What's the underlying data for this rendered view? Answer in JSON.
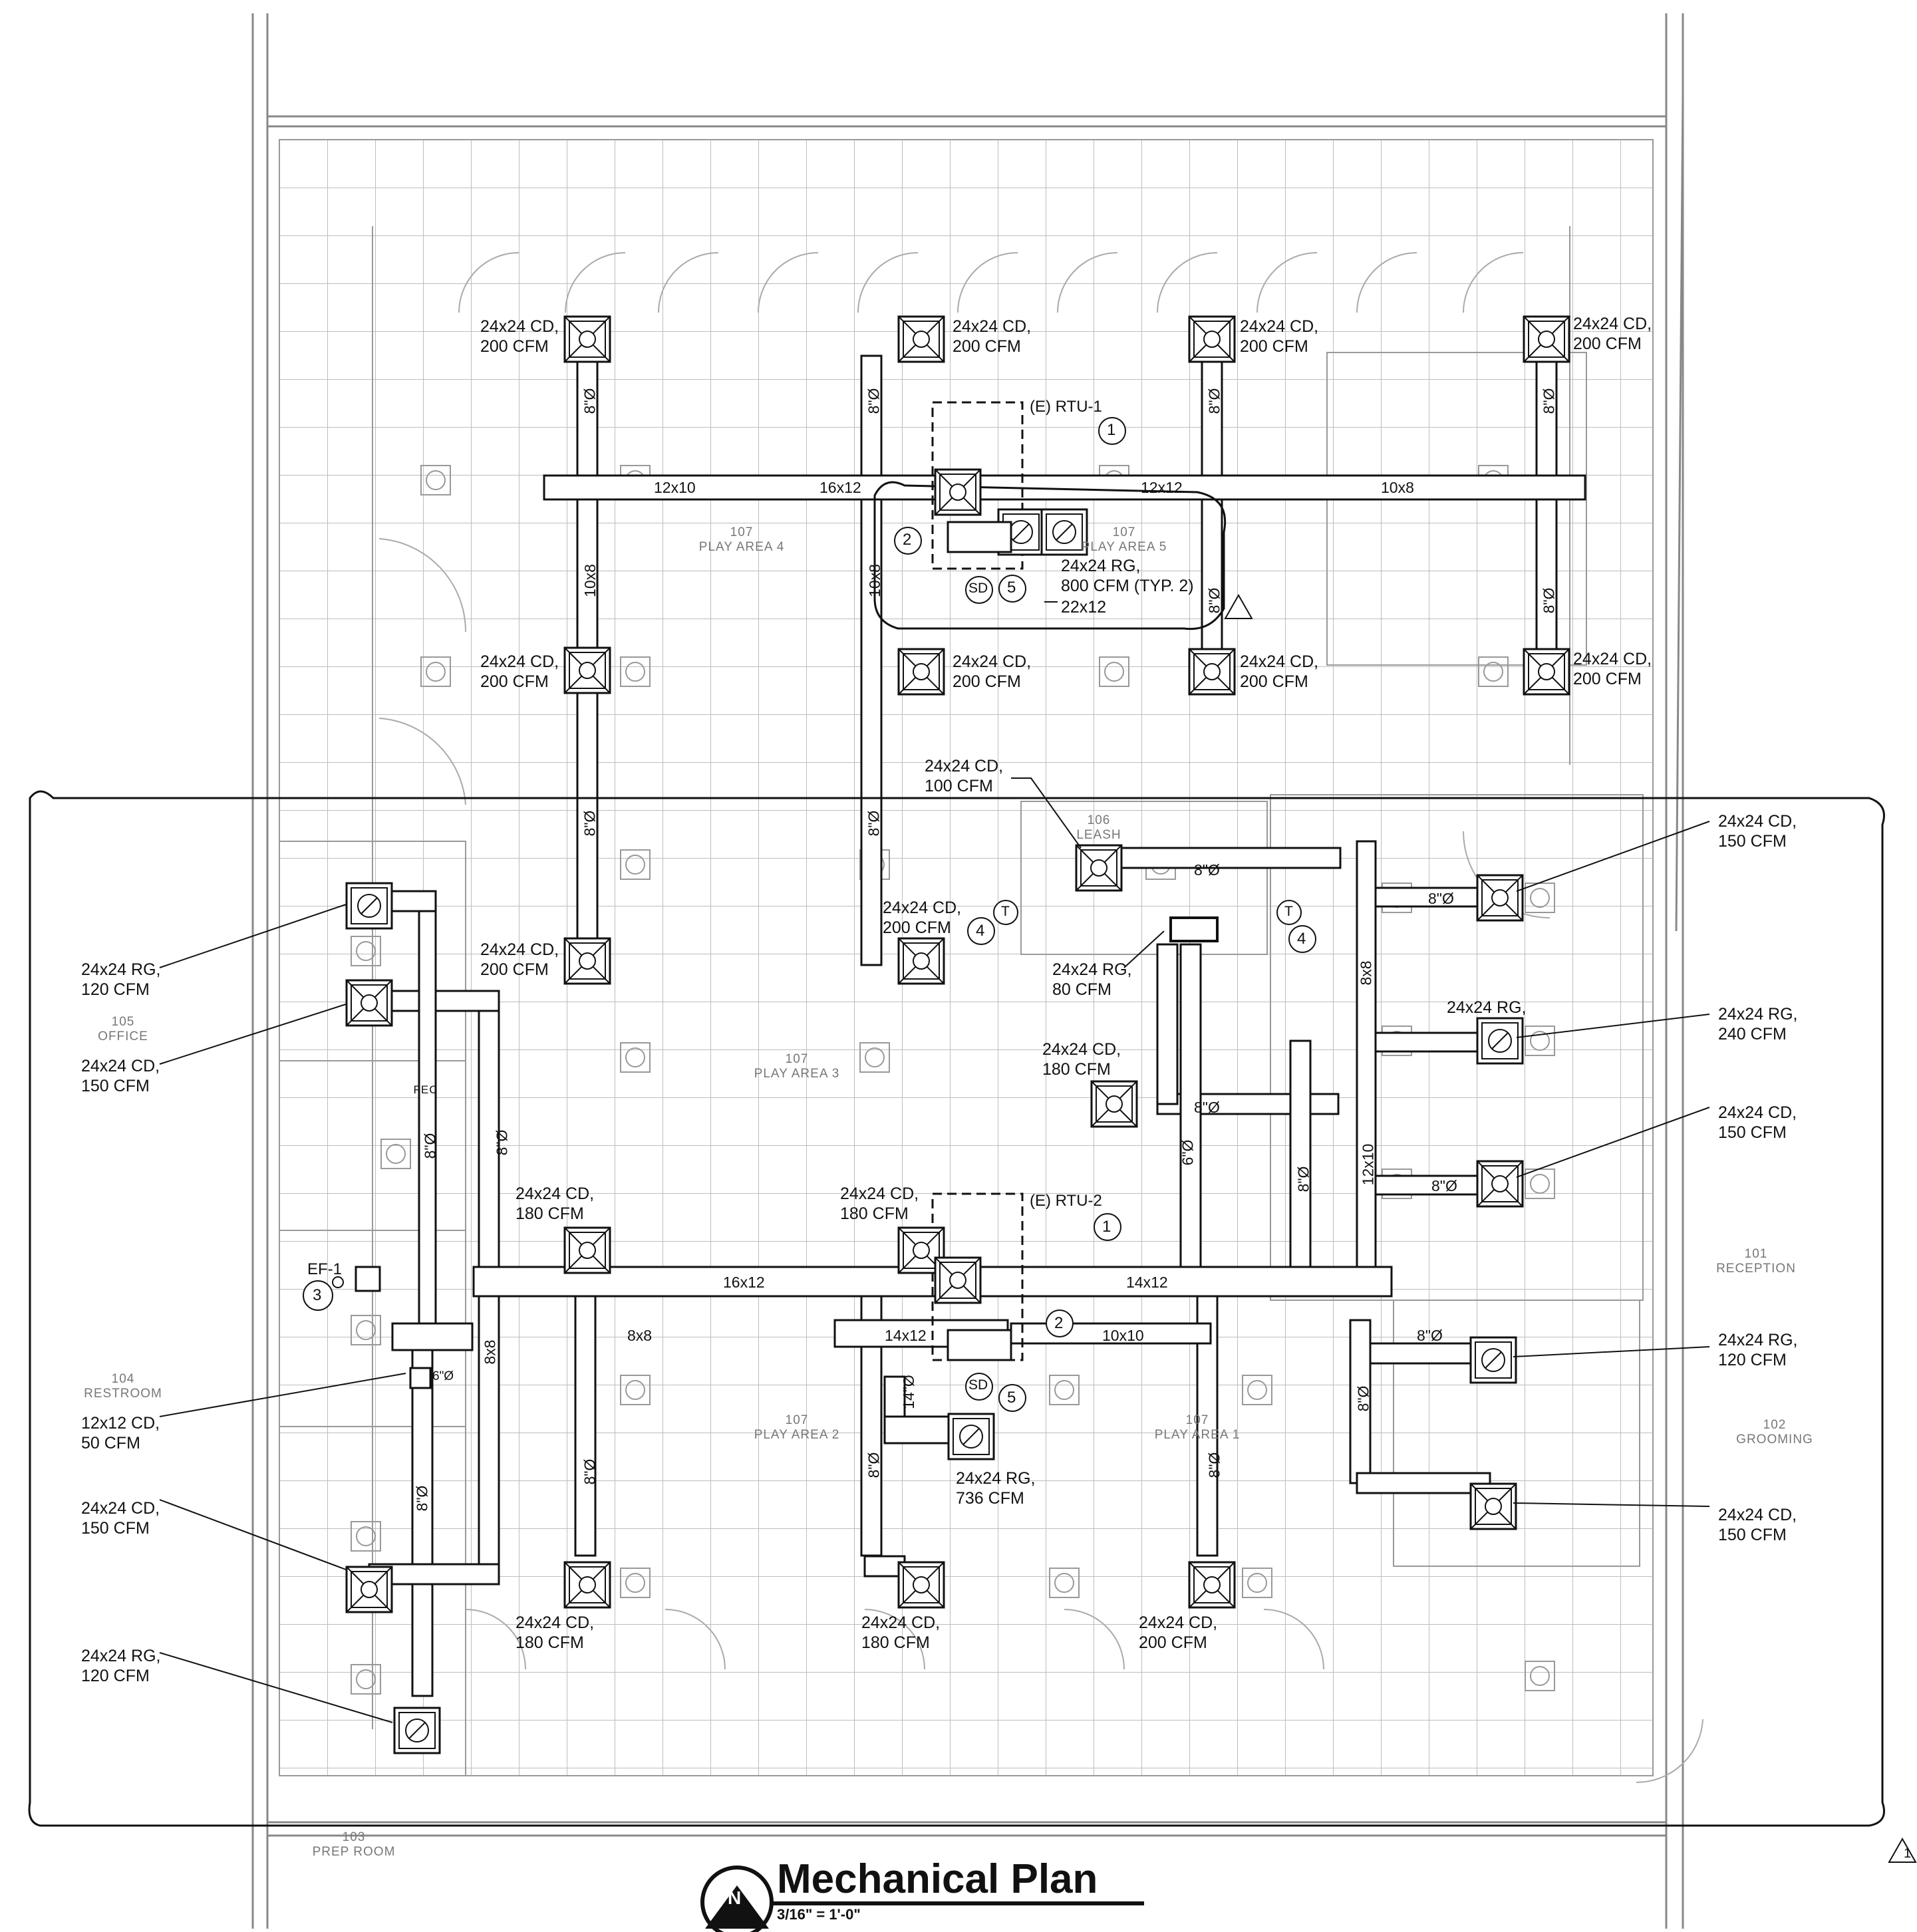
{
  "drawing": {
    "title": "Mechanical Plan",
    "scale": "3/16\" = 1'-0\"",
    "north_label": "N",
    "revision_mark": "1"
  },
  "rooms": [
    {
      "num": "107",
      "name": "PLAY AREA 4"
    },
    {
      "num": "107",
      "name": "PLAY AREA 5"
    },
    {
      "num": "107",
      "name": "PLAY AREA 3"
    },
    {
      "num": "107",
      "name": "PLAY AREA 2"
    },
    {
      "num": "107",
      "name": "PLAY AREA 1"
    },
    {
      "num": "106",
      "name": "LEASH"
    },
    {
      "num": "105",
      "name": "OFFICE"
    },
    {
      "num": "104",
      "name": "RESTROOM"
    },
    {
      "num": "103",
      "name": "PREP ROOM"
    },
    {
      "num": "101",
      "name": "RECEPTION"
    },
    {
      "num": "102",
      "name": "GROOMING"
    }
  ],
  "equipment": {
    "rtu1": "(E) RTU-1",
    "rtu2": "(E) RTU-2",
    "ef1": "EF-1",
    "fec": "FEC"
  },
  "callouts": [
    "24x24 CD,\n200 CFM",
    "24x24 CD,\n200 CFM",
    "24x24 CD,\n200 CFM",
    "24x24 CD,\n200 CFM",
    "24x24 CD,\n200 CFM",
    "24x24 CD,\n200 CFM",
    "24x24 CD,\n200 CFM",
    "24x24 CD,\n200 CFM",
    "24x24 RG,\n800 CFM (TYP. 2)",
    "22x12",
    "24x24 CD,\n100 CFM",
    "24x24 CD,\n150 CFM",
    "24x24 CD,\n200 CFM",
    "24x24 CD,\n200 CFM",
    "24x24 RG,\n80 CFM",
    "24x24 RG,\n120 CFM",
    "24x24 CD,\n150 CFM",
    "24x24 RG,",
    "24x24 RG,\n240 CFM",
    "24x24 CD,\n180 CFM",
    "24x24 CD,\n150 CFM",
    "24x24 CD,\n180 CFM",
    "24x24 CD,\n180 CFM",
    "24x24 RG,\n120 CFM",
    "12x12 CD,\n50 CFM",
    "24x24 RG,\n736 CFM",
    "24x24 CD,\n150 CFM",
    "24x24 CD,\n150 CFM",
    "24x24 CD,\n180 CFM",
    "24x24 CD,\n180 CFM",
    "24x24 CD,\n200 CFM",
    "24x24 RG,\n120 CFM"
  ],
  "duct_sizes": [
    "12x10",
    "16x12",
    "12x12",
    "10x8",
    "10x8",
    "10x8",
    "8\"Ø",
    "8\"Ø",
    "8\"Ø",
    "8\"Ø",
    "8\"Ø",
    "8\"Ø",
    "8\"Ø",
    "8\"Ø",
    "8\"Ø",
    "8\"Ø",
    "8x8",
    "8\"Ø",
    "6\"Ø",
    "8\"Ø",
    "8\"Ø",
    "12x10",
    "16x12",
    "14x12",
    "8x8",
    "14x12",
    "10x10",
    "8\"Ø",
    "6\"Ø",
    "8x8",
    "8\"Ø",
    "8\"Ø",
    "8\"Ø",
    "8\"Ø",
    "14\"Ø",
    "8\"Ø",
    "8\"Ø",
    "8\"Ø"
  ],
  "tags": [
    "1",
    "2",
    "SD",
    "5",
    "T",
    "4",
    "T",
    "4",
    "1",
    "2",
    "SD",
    "5",
    "3"
  ]
}
